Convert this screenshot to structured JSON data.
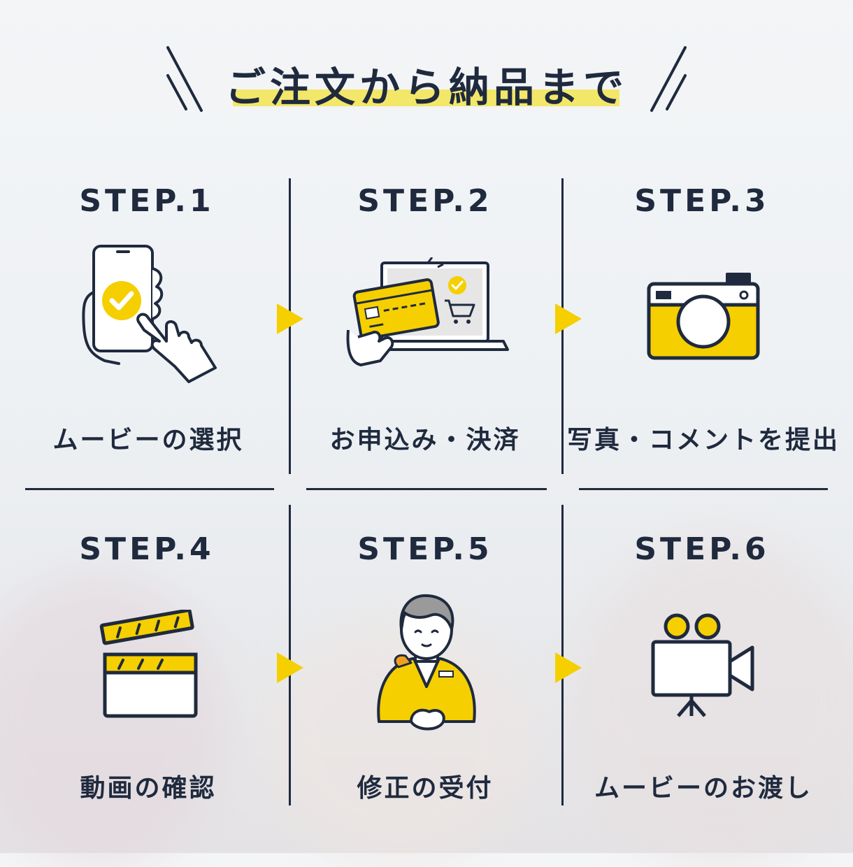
{
  "title": "ご注文から納品まで",
  "colors": {
    "accent": "#f5cf00",
    "navy": "#1f2a3e",
    "highlight": "#f3e76a"
  },
  "steps": [
    {
      "label": "STEP.1",
      "caption": "ムービーの選択",
      "icon": "smartphone-tap-icon"
    },
    {
      "label": "STEP.2",
      "caption": "お申込み・決済",
      "icon": "credit-card-laptop-icon"
    },
    {
      "label": "STEP.3",
      "caption": "写真・コメントを提出",
      "icon": "camera-icon"
    },
    {
      "label": "STEP.4",
      "caption": "動画の確認",
      "icon": "clapperboard-icon"
    },
    {
      "label": "STEP.5",
      "caption": "修正の受付",
      "icon": "staff-person-icon"
    },
    {
      "label": "STEP.6",
      "caption": "ムービーのお渡し",
      "icon": "video-camera-icon"
    }
  ]
}
